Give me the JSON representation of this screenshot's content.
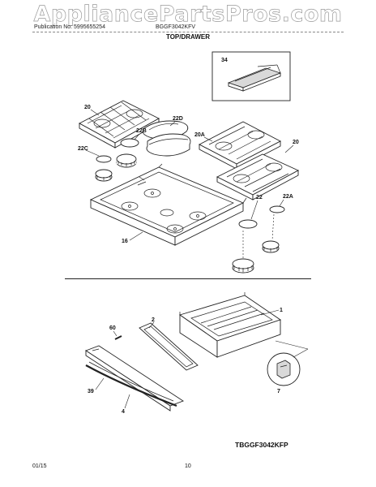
{
  "watermark": "AppliancePartsPros.com",
  "header": {
    "publication": "Publication No: 5995655254",
    "model": "BGGF3042KFV"
  },
  "section_title": "TOP/DRAWER",
  "callouts": {
    "c34": "34",
    "c20_left": "20",
    "c22d": "22D",
    "c22b": "22B",
    "c20a": "20A",
    "c20_right": "20",
    "c22c": "22C",
    "c22": "22",
    "c22a": "22A",
    "c16": "16",
    "c1": "1",
    "c2": "2",
    "c60": "60",
    "c39": "39",
    "c4": "4",
    "c7": "7"
  },
  "diagram_code": "TBGGF3042KFP",
  "footer": {
    "date": "01/15",
    "page": "10"
  }
}
